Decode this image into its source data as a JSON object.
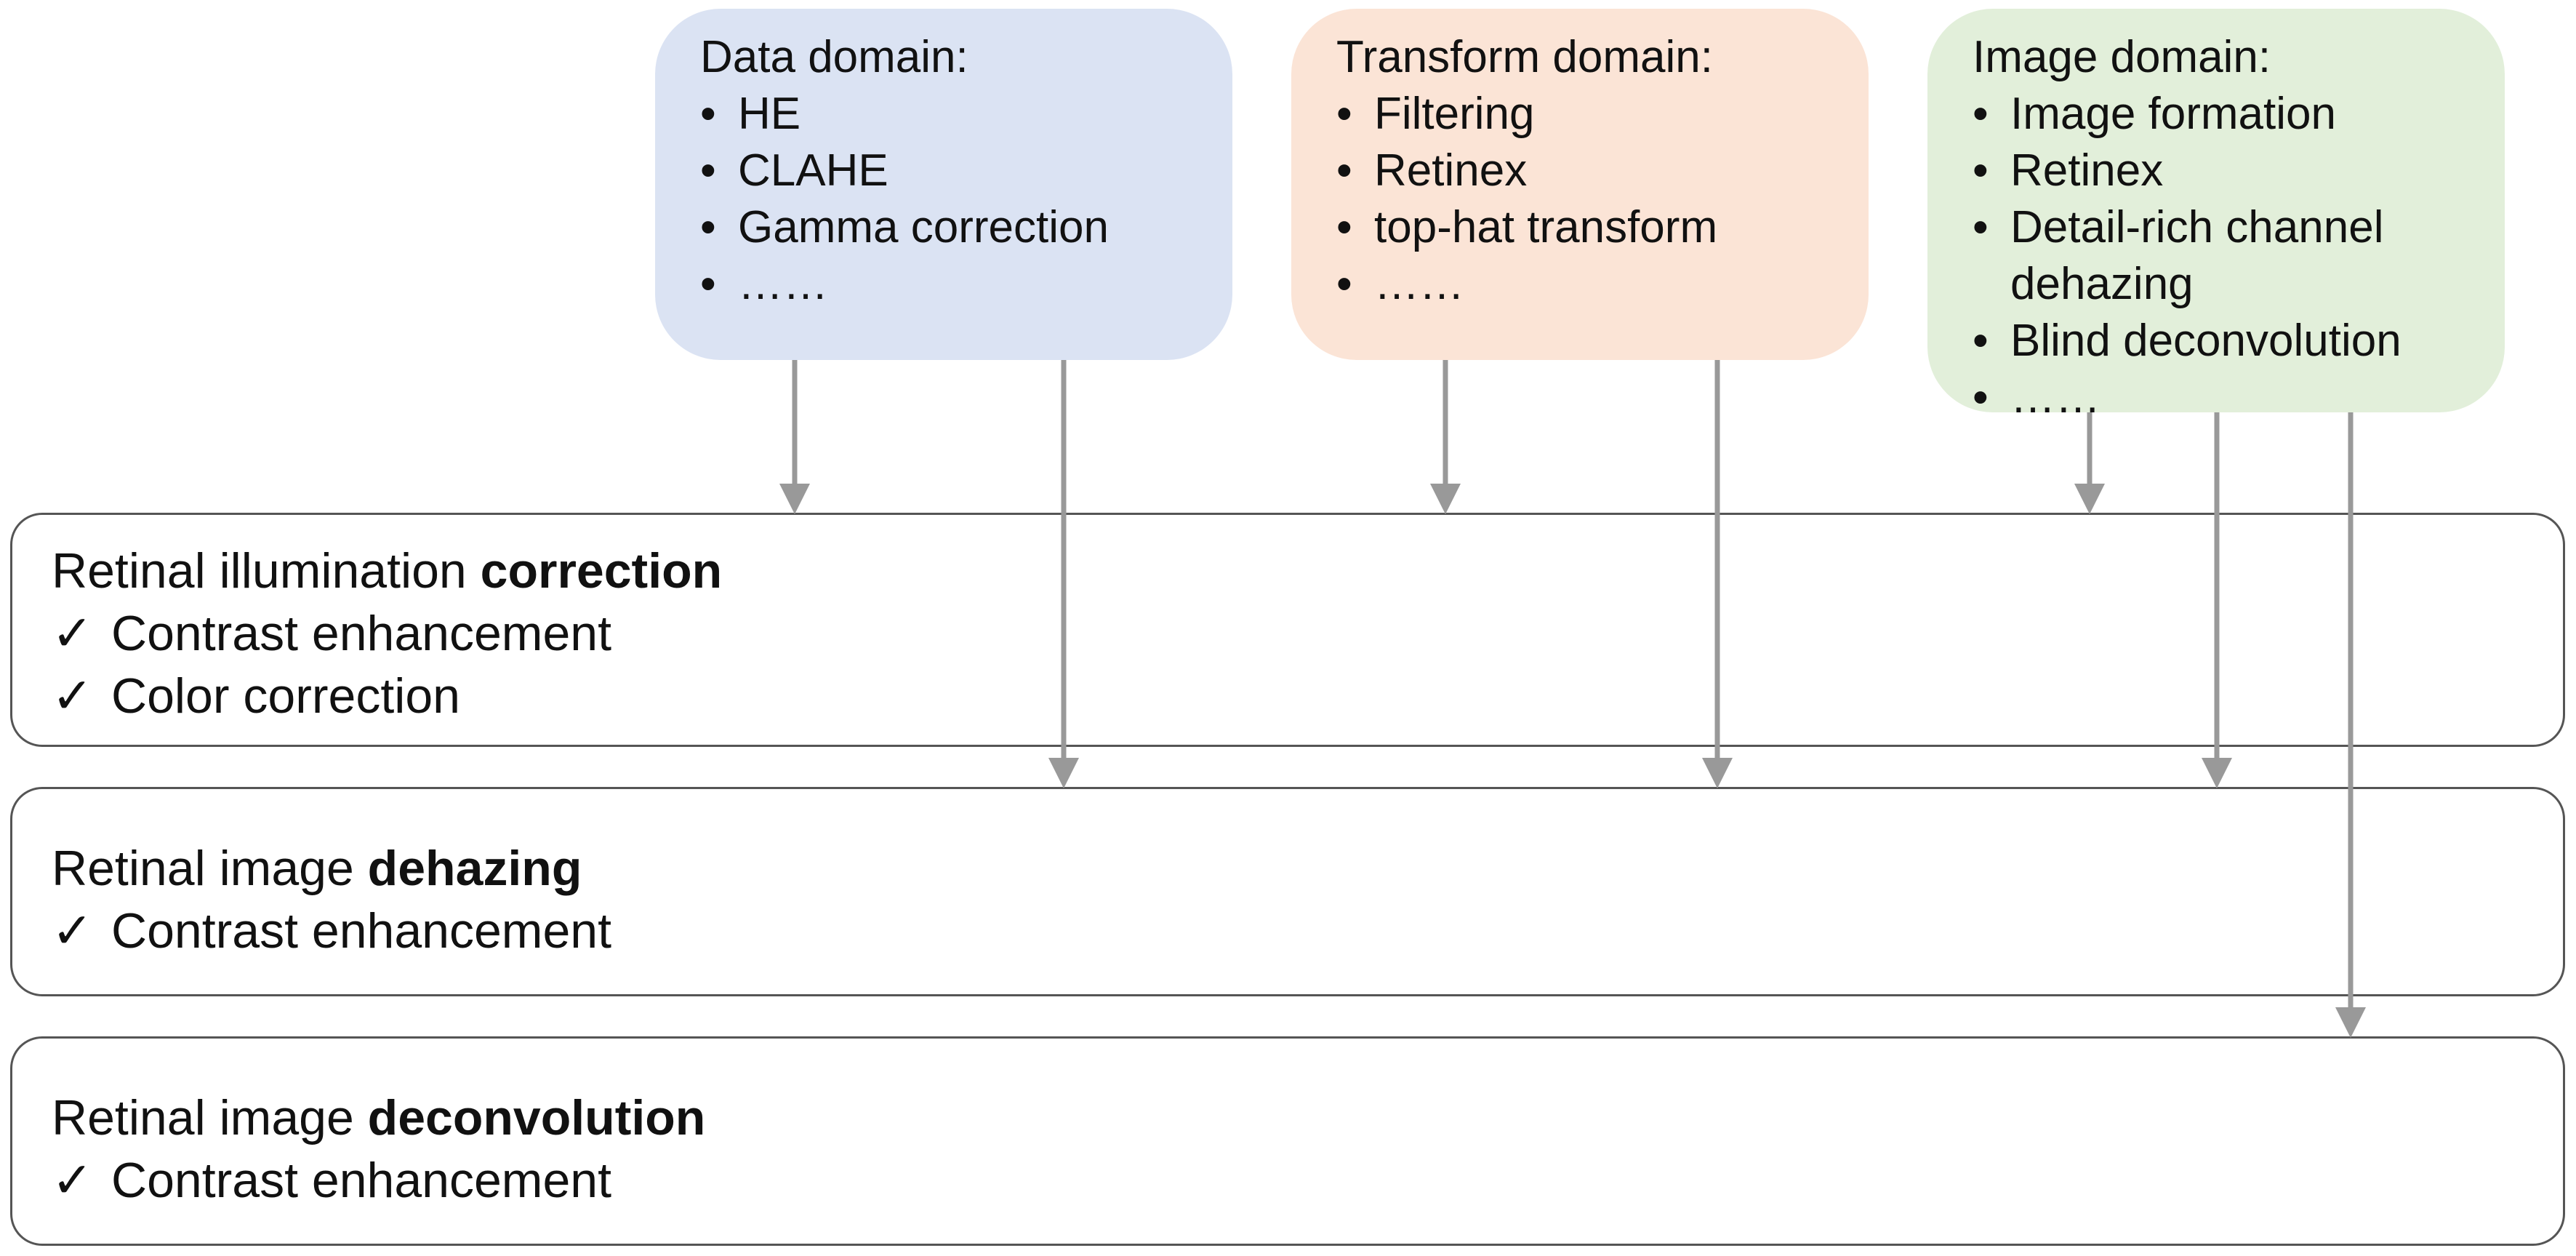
{
  "domains": [
    {
      "title": "Data domain:",
      "color": "#dbe3f3",
      "items": [
        "HE",
        "CLAHE",
        "Gamma correction",
        "……"
      ]
    },
    {
      "title": "Transform domain:",
      "color": "#fbe4d6",
      "items": [
        "Filtering",
        "Retinex",
        "top-hat transform",
        "……"
      ]
    },
    {
      "title": "Image domain:",
      "color": "#e2efda",
      "items": [
        "Image formation",
        "Retinex",
        "Detail-rich channel dehazing",
        "Blind deconvolution",
        "……"
      ]
    }
  ],
  "panels": [
    {
      "title_prefix": "Retinal illumination ",
      "title_bold": "correction",
      "items": [
        "Contrast enhancement",
        "Color correction"
      ]
    },
    {
      "title_prefix": "Retinal image ",
      "title_bold": "dehazing",
      "items": [
        "Contrast enhancement"
      ]
    },
    {
      "title_prefix": "Retinal image ",
      "title_bold": "deconvolution",
      "items": [
        "Contrast enhancement"
      ]
    }
  ],
  "check_symbol": "✓",
  "arrow_color": "#999999"
}
